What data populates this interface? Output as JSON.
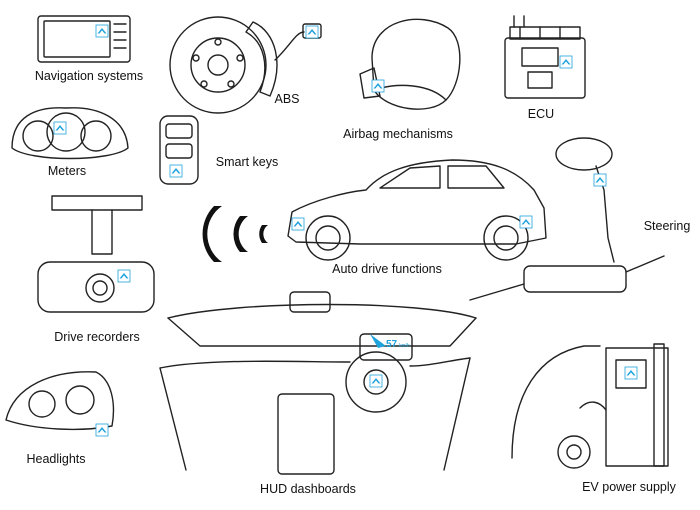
{
  "labels": {
    "navigation": "Navigation systems",
    "abs": "ABS",
    "airbag": "Airbag mechanisms",
    "ecu": "ECU",
    "meters": "Meters",
    "smart_keys": "Smart keys",
    "steering": "Steering",
    "auto_drive": "Auto drive functions",
    "drive_recorders": "Drive recorders",
    "headlights": "Headlights",
    "hud": "HUD dashboards",
    "ev_power": "EV power supply"
  },
  "hud_speed": "57",
  "hud_speed_unit": "km/h",
  "colors": {
    "accent": "#1fa3dc",
    "line": "#222222"
  },
  "icons": [
    "brand-chevron-icon",
    "wireless-signal-icon"
  ]
}
